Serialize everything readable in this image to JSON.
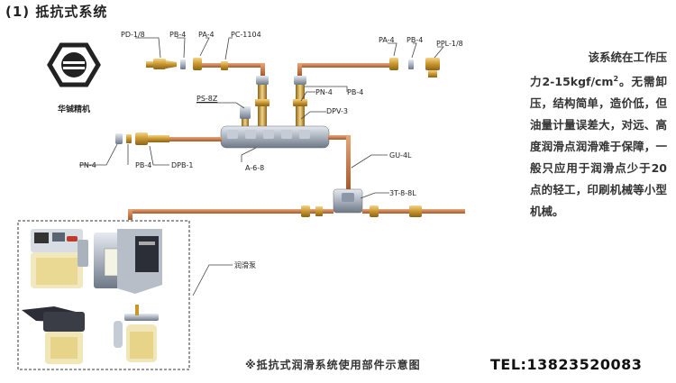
{
  "title": "(1) 抵抗式系统",
  "logo": {
    "text": "华铖精机",
    "icon": "hex-nut-logo-icon"
  },
  "labels": {
    "pd18": "PD-1/8",
    "pb4_top": "PB-4",
    "pa4_top": "PA-4",
    "pc1104": "PC-1104",
    "pa4_right": "PA-4",
    "pb4_right": "PB-4",
    "ppl18": "PPL-1/8",
    "ps8z": "PS-8Z",
    "pn4_mid": "PN-4",
    "pb4_mid": "PB-4",
    "dpv3": "DPV-3",
    "pn4_left": "PN-4",
    "pb4_left": "PB-4",
    "dpb1": "DPB-1",
    "a68": "A-6-8",
    "gu4l": "GU-4L",
    "t3": "3T-8-8L",
    "pump": "润滑泵"
  },
  "description": {
    "line1": "该系统在工作压",
    "line2a": "力2-15kgf/cm",
    "line2sup": "2",
    "line2b": "。无需",
    "rest": "卸压，结构简单，造价低，但油量计量误差大，对远、高度润滑点润滑难于保障，一般只应用于润滑点少于20点的轻工，印刷机械等小型机械。"
  },
  "caption": "※抵抗式润滑系统使用部件示意图",
  "tel": "TEL:13823520083",
  "colors": {
    "pipe": "#c87a48",
    "brass": "#c9a040",
    "steel": "#a8b0bc",
    "line": "#444444"
  }
}
